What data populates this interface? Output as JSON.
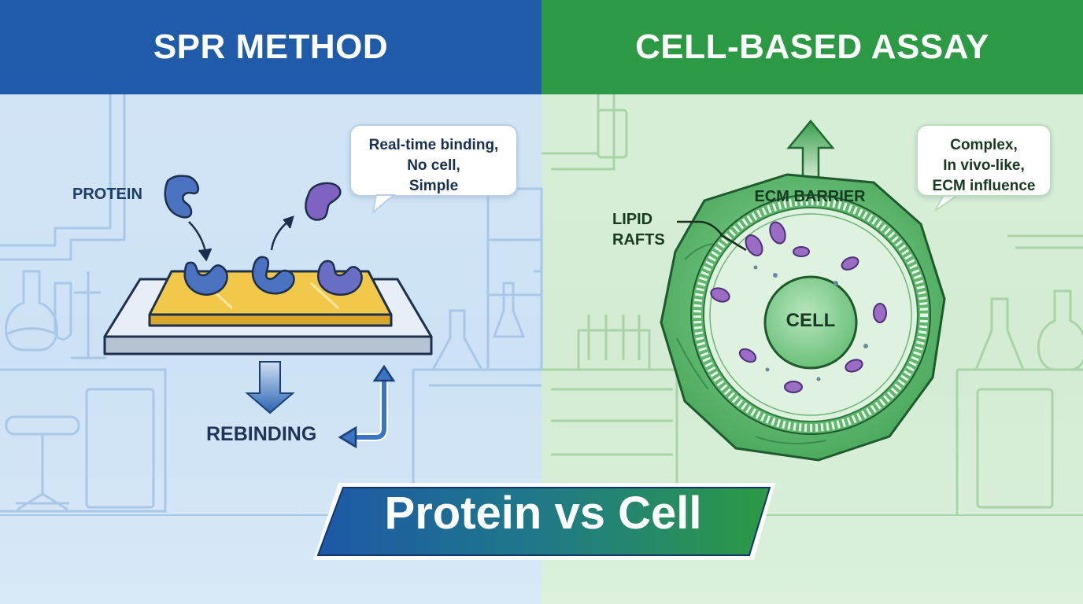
{
  "colors": {
    "spr_header": "#1f5ba8",
    "cell_header": "#2c9a45",
    "protein": "#4a72c0",
    "chip": "#f2c84b",
    "cell": "#3f9e52",
    "raft": "#9a6cc4"
  },
  "left_panel": {
    "title": "SPR METHOD",
    "protein_label": "PROTEIN",
    "rebinding_label": "REBINDING",
    "note_lines": [
      "Real-time binding,",
      "No cell,",
      "Simple"
    ]
  },
  "right_panel": {
    "title": "CELL-BASED ASSAY",
    "ecm_label": "ECM BARRIER",
    "lipid_label_lines": [
      "LIPID",
      "RAFTS"
    ],
    "cell_label": "CELL",
    "note_lines": [
      "Complex,",
      "In vivo-like,",
      "ECM influence"
    ]
  },
  "banner": {
    "text": "Protein vs Cell"
  },
  "icons": [
    "protein-molecule-icon",
    "arrow-down-icon",
    "arrow-up-icon",
    "lab-flask-icon",
    "test-tube-icon"
  ]
}
